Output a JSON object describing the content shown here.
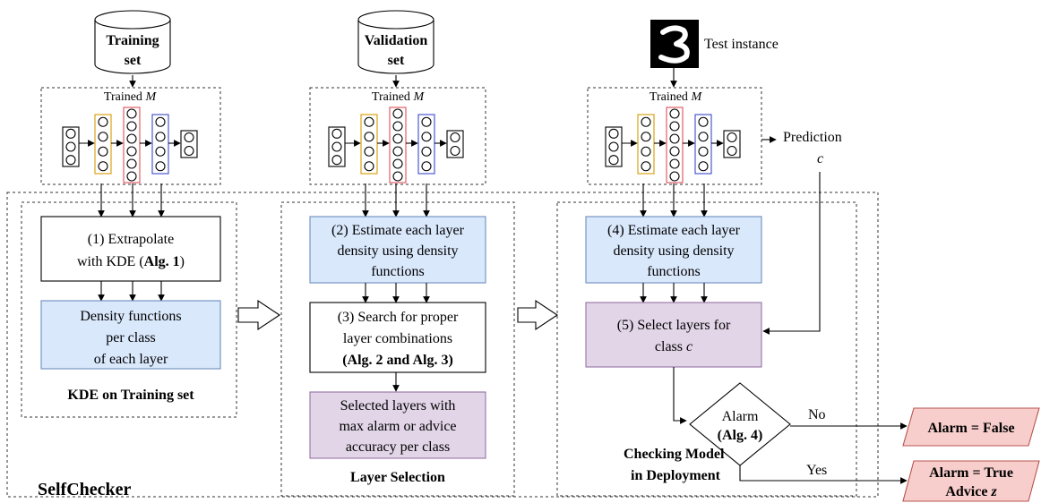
{
  "columns": {
    "training": {
      "db_label_1": "Training",
      "db_label_2": "set",
      "model_caption": "Trained ",
      "model_var": "M",
      "box_label": "KDE on Training set",
      "step1": {
        "line1": "(1) Extrapolate",
        "line2a": "with KDE (",
        "line2b": "Alg. 1",
        "line2c": ")"
      },
      "result": {
        "line1": "Density functions",
        "line2": "per class",
        "line3": "of each layer"
      }
    },
    "validation": {
      "db_label_1": "Validation",
      "db_label_2": "set",
      "model_caption": "Trained ",
      "model_var": "M",
      "box_label": "Layer Selection",
      "step2": {
        "line1": "(2) Estimate each layer",
        "line2": "density using density",
        "line3": "functions"
      },
      "step3": {
        "line1": "(3) Search for proper",
        "line2": "layer combinations",
        "line3": "(Alg. 2 and Alg. 3)"
      },
      "result": {
        "line1": "Selected layers with",
        "line2": "max alarm or advice",
        "line3": "accuracy per class"
      }
    },
    "deployment": {
      "test_label": "Test instance",
      "model_caption": "Trained ",
      "model_var": "M",
      "prediction_label": "Prediction",
      "prediction_var": "c",
      "box_label_1": "Checking Model",
      "box_label_2": "in Deployment",
      "step4": {
        "line1": "(4) Estimate each layer",
        "line2": "density using density",
        "line3": "functions"
      },
      "step5": {
        "line1": "(5) Select layers for",
        "line2a": "class ",
        "line2b": "c"
      },
      "decision": {
        "line1": "Alarm",
        "line2": "(Alg. 4)"
      },
      "no_label": "No",
      "yes_label": "Yes",
      "out_false": "Alarm = False",
      "out_true_1": "Alarm = True",
      "out_true_2a": "Advice ",
      "out_true_2b": "z"
    }
  },
  "system_label": "SelfChecker",
  "colors": {
    "blue_fill": "#dae8fc",
    "blue_stroke": "#6c8ebf",
    "purple_fill": "#e1d5e7",
    "purple_stroke": "#9673a6",
    "red_fill": "#f8cecc",
    "red_stroke": "#b85450",
    "layer_orange": "#d79b00",
    "layer_red": "#e0505a",
    "layer_blue": "#3b49c9"
  }
}
